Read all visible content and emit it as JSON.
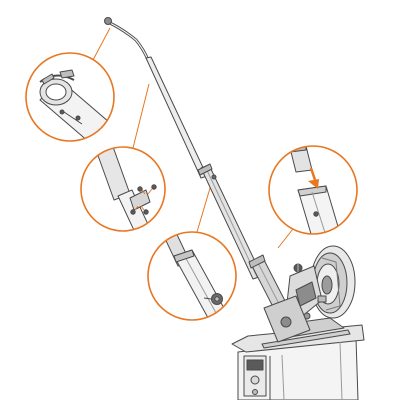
{
  "figure": {
    "kind": "technical assembly illustration",
    "accent_color": "#e87722",
    "line_color": "#4a4a4a",
    "fill_light": "#f2f2f2",
    "fill_mid": "#d9d9d9",
    "fill_dark": "#8c8c8c",
    "callouts": [
      {
        "id": "top-clamp",
        "icon": "pipe-clamp-detail"
      },
      {
        "id": "bracket-screws",
        "icon": "four-screws-detail"
      },
      {
        "id": "telescopic-joint",
        "icon": "knob-detail"
      },
      {
        "id": "insert-arrow",
        "icon": "down-arrow-insert-detail"
      }
    ]
  }
}
